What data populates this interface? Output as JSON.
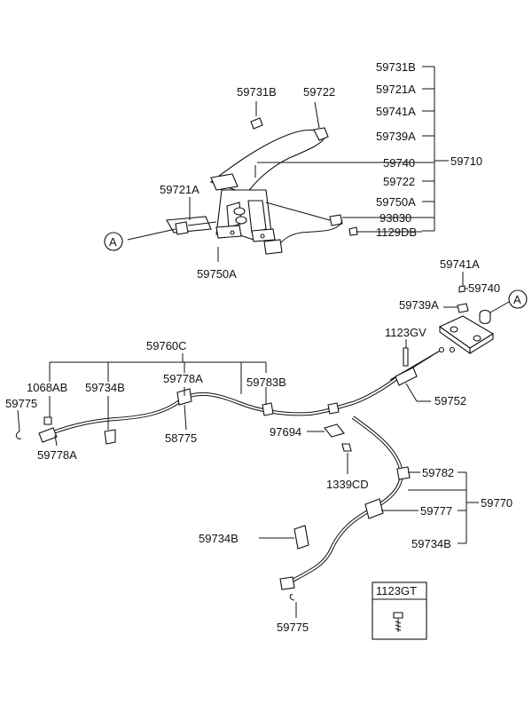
{
  "callouts": {
    "upper_group": [
      "59731B",
      "59721A",
      "59741A",
      "59739A",
      "59740",
      "59722",
      "59750A",
      "93830",
      "1129DB"
    ],
    "upper_assembly": "59710",
    "lever_top_left": "59731B",
    "lever_top_right": "59722",
    "bracket_label": "59721A",
    "base_label": "59750A",
    "ref_marker_a": "A",
    "right_top_1": "59741A",
    "right_top_2": "59740",
    "right_top_3": "59739A",
    "ref_marker_a2": "A",
    "bolt_1123gv": "1123GV",
    "front_cable_assembly": "59760C",
    "front_1068ab": "1068AB",
    "front_59734b": "59734B",
    "front_59778a_top": "59778A",
    "front_59783b": "59783B",
    "front_59775": "59775",
    "front_59778a_bottom": "59778A",
    "front_58775": "58775",
    "equalizer_59752": "59752",
    "mid_97694": "97694",
    "mid_1339cd": "1339CD",
    "rear_group": [
      "59782",
      "59777",
      "59734B"
    ],
    "rear_assembly": "59770",
    "rear_bracket_59734b": "59734B",
    "rear_59775": "59775",
    "inset_box_label": "1123GT"
  }
}
